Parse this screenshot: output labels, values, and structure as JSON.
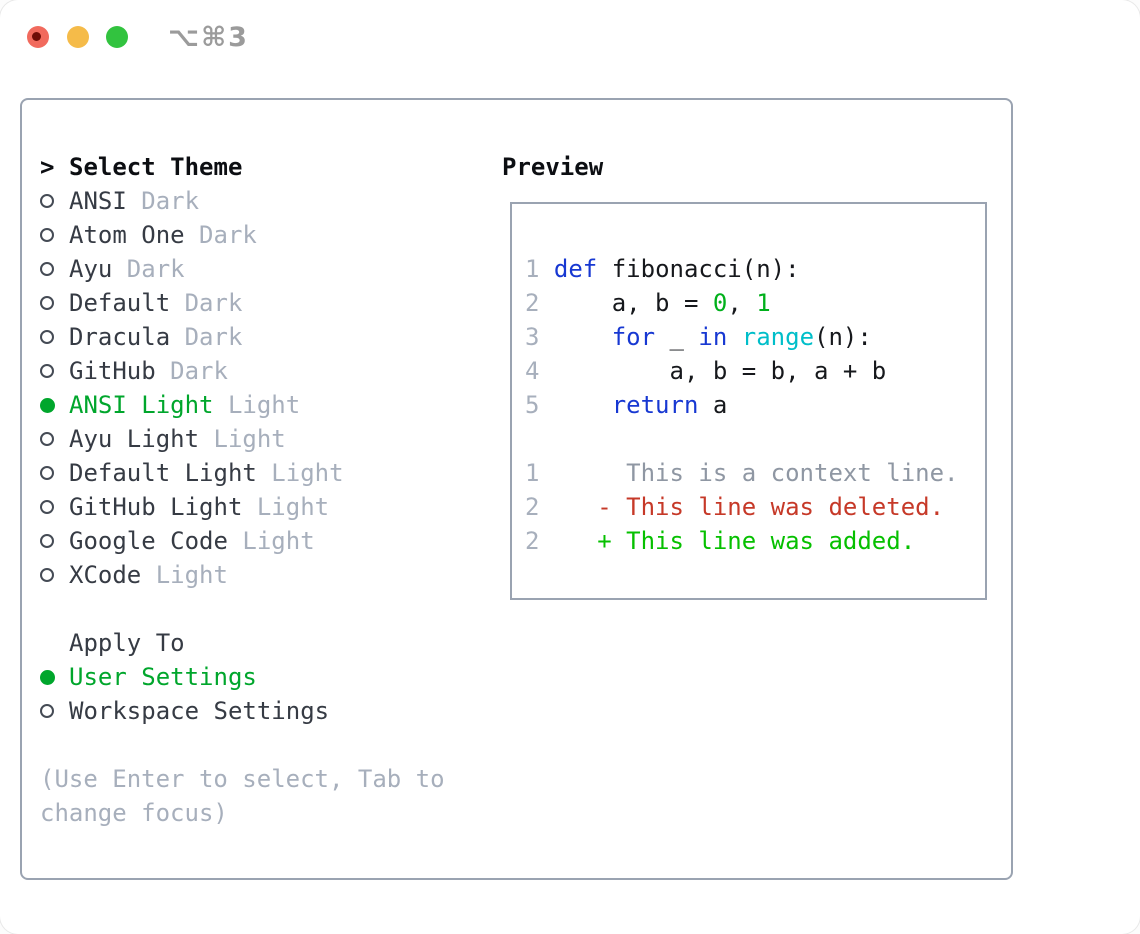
{
  "window": {
    "title": "⌥⌘3",
    "accent_green": "#00a62c",
    "border_color": "#9aa3b1",
    "traffic_lights": [
      "close",
      "minimize",
      "zoom"
    ]
  },
  "theme_panel": {
    "header": {
      "marker": ">",
      "label": "Select Theme"
    },
    "items": [
      {
        "name": "ANSI",
        "variant": "Dark",
        "selected": false
      },
      {
        "name": "Atom One",
        "variant": "Dark",
        "selected": false
      },
      {
        "name": "Ayu",
        "variant": "Dark",
        "selected": false
      },
      {
        "name": "Default",
        "variant": "Dark",
        "selected": false
      },
      {
        "name": "Dracula",
        "variant": "Dark",
        "selected": false
      },
      {
        "name": "GitHub",
        "variant": "Dark",
        "selected": false
      },
      {
        "name": "ANSI Light",
        "variant": "Light",
        "selected": true
      },
      {
        "name": "Ayu Light",
        "variant": "Light",
        "selected": false
      },
      {
        "name": "Default Light",
        "variant": "Light",
        "selected": false
      },
      {
        "name": "GitHub Light",
        "variant": "Light",
        "selected": false
      },
      {
        "name": "Google Code",
        "variant": "Light",
        "selected": false
      },
      {
        "name": "XCode",
        "variant": "Light",
        "selected": false
      }
    ],
    "apply_to": {
      "label": "Apply To",
      "options": [
        {
          "label": "User Settings",
          "selected": true
        },
        {
          "label": "Workspace Settings",
          "selected": false
        }
      ]
    },
    "hint_lines": [
      "(Use Enter to select, Tab to",
      "change focus)"
    ]
  },
  "preview": {
    "title": "Preview",
    "syntax_colors": {
      "keyword": "#1738d2",
      "number": "#00b01b",
      "builtin": "#00bec9",
      "foreground": "#16181c",
      "line_number": "#a7afbc",
      "diff_context": "#8f97a3",
      "diff_deleted": "#c63928",
      "diff_added": "#06c000"
    },
    "lines": [
      {
        "num": "1",
        "segments": [
          {
            "c": "kw",
            "t": "def"
          },
          {
            "c": "fg",
            "t": " fibonacci(n):"
          }
        ]
      },
      {
        "num": "2",
        "segments": [
          {
            "c": "fg",
            "t": "    a, b = "
          },
          {
            "c": "num",
            "t": "0"
          },
          {
            "c": "fg",
            "t": ", "
          },
          {
            "c": "num",
            "t": "1"
          }
        ]
      },
      {
        "num": "3",
        "segments": [
          {
            "c": "fg",
            "t": "    "
          },
          {
            "c": "kw",
            "t": "for"
          },
          {
            "c": "fg",
            "t": " _ "
          },
          {
            "c": "kw",
            "t": "in"
          },
          {
            "c": "fg",
            "t": " "
          },
          {
            "c": "bi",
            "t": "range"
          },
          {
            "c": "fg",
            "t": "(n):"
          }
        ]
      },
      {
        "num": "4",
        "segments": [
          {
            "c": "fg",
            "t": "        a, b = b, a + b"
          }
        ]
      },
      {
        "num": "5",
        "segments": [
          {
            "c": "fg",
            "t": "    "
          },
          {
            "c": "kw",
            "t": "return"
          },
          {
            "c": "fg",
            "t": " a"
          }
        ]
      },
      {
        "num": "",
        "segments": []
      },
      {
        "num": "1",
        "segments": [
          {
            "c": "ctx",
            "t": "     This is a context line."
          }
        ]
      },
      {
        "num": "2",
        "segments": [
          {
            "c": "del",
            "t": "   - This line was deleted."
          }
        ]
      },
      {
        "num": "2",
        "segments": [
          {
            "c": "add",
            "t": "   + This line was added."
          }
        ]
      }
    ]
  }
}
